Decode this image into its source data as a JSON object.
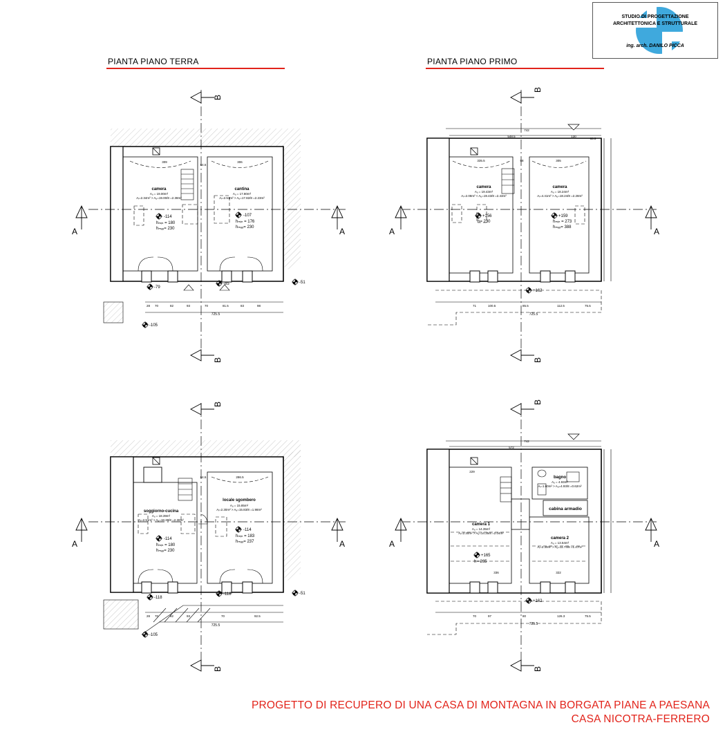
{
  "stamp": {
    "line1": "STUDIO DI PROGETTAZIONE",
    "line2": "ARCHITETTONICA E STRUTTURALE",
    "line3": "ing. arch. DANILO PICCA"
  },
  "plan_titles": {
    "ground": "PIANTA PIANO TERRA",
    "first": "PIANTA PIANO PRIMO"
  },
  "section_marks": {
    "a": "A",
    "b": "B"
  },
  "plans": {
    "existing_ground": {
      "rooms": [
        {
          "name": "camera",
          "area": "Aᵤ = 19.00m²",
          "ratio": "Aᵢ=2.34m² > Aᵤ=19.00/8 =2.38m²",
          "level": "-114",
          "h1": "hₘᵢₙ = 180",
          "h2": "hₘₐₓ= 230"
        },
        {
          "name": "cantina",
          "area": "Aᵤ = 17.80m²",
          "ratio": "Aᵢ=2.51m² > Aᵤ=17.82/8 =2.23m²",
          "level": "-107",
          "h1": "hₘᵢₙ = 176",
          "h2": "hₘₐₓ= 230"
        }
      ],
      "levels": [
        "-79",
        "-85",
        "-51",
        "-105"
      ],
      "dims_top": [
        "309",
        "64.5",
        "306"
      ],
      "dims_bottom": [
        "28",
        "70",
        "82",
        "93",
        "70",
        "81.5",
        "83",
        "98"
      ],
      "dim_total": "725.5"
    },
    "existing_first": {
      "rooms": [
        {
          "name": "camera",
          "area": "Aᵤ = 19.43m²",
          "ratio": "Aᵢ=2.08m² < Aᵤ=19.43/8 =2.43m²",
          "level": "+156",
          "h1": "h= 230"
        },
        {
          "name": "camera",
          "area": "Aᵤ = 18.24m²",
          "ratio": "Aᵢ=4.41m² > Aᵤ=18.24/8 =2.28m²",
          "level": "+159",
          "h1": "hₘᵢₙ = 273",
          "h2": "hₘₐₓ= 388"
        }
      ],
      "levels": [
        "+162"
      ],
      "dims_top": [
        "742",
        "548.5",
        "130",
        "63.5",
        "335.5",
        "68",
        "305"
      ],
      "dims_bottom": [
        "71",
        "100.5",
        "85.5",
        "112.5",
        "75.5"
      ],
      "dim_total": "725.5"
    },
    "project_ground": {
      "rooms": [
        {
          "name": "soggiorno-cucina",
          "area": "Aᵤ = 18.39m²",
          "ratio": "Aᵢ=2.51m² > Aᵤ=18.38/8 =2.30m²",
          "level": "-114",
          "h1": "hₘᵢₙ = 180",
          "h2": "hₘₐₓ= 230"
        },
        {
          "name": "locale sgombero",
          "area": "Aᵤ = 15.85m²",
          "ratio": "Aᵢ=2.30m² > Aᵤ=15.83/8 =1.98m²",
          "level": "-114",
          "h1": "hₘᵢₙ = 183",
          "h2": "hₘₐₓ= 237"
        }
      ],
      "levels": [
        "-118",
        "-118",
        "-51",
        "-105"
      ],
      "dims_top": [
        "64.5",
        "286.5"
      ],
      "dims_bottom": [
        "28",
        "70",
        "82",
        "93",
        "70",
        "92.5"
      ],
      "dim_total": "725.5"
    },
    "project_first": {
      "rooms": [
        {
          "name": "camera 1",
          "area": "Aᵤ = 14.35m²",
          "ratio": "Aᵢ=2.30m² > Aᵤ=14.35/8 =2.04m²",
          "level": "+165",
          "h1": "h= 265"
        },
        {
          "name": "camera 2",
          "area": "Aᵤ = 13.54m²",
          "ratio": "Aᵢ=2.30m² > Aᵤ=11.74/8 =1.47m²",
          "level": ""
        },
        {
          "name": "bagno",
          "area": "Aᵤ = 4.93m²",
          "ratio": "Aᵢ=1.60m² > Aᵤ=4.93/8 =0.62m²",
          "level": ""
        },
        {
          "name": "cabina armadio",
          "area": "",
          "ratio": "",
          "level": ""
        }
      ],
      "levels": [
        "+162"
      ],
      "dims_top": [
        "742",
        "572",
        "229",
        "336",
        "322"
      ],
      "dims_bottom": [
        "70",
        "97",
        "80",
        "126.3",
        "75.5"
      ],
      "dim_total": "725.5"
    }
  },
  "footer": {
    "line1": "PROGETTO DI RECUPERO DI UNA CASA DI MONTAGNA IN BORGATA PIANE A PAESANA",
    "line2": "CASA NICOTRA-FERRERO"
  },
  "colors": {
    "accent": "#e2231a",
    "stamp_blue": "#3fa9dd"
  }
}
